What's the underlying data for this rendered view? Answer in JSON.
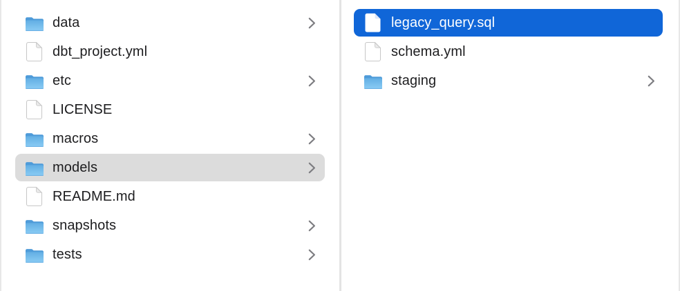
{
  "columns": [
    {
      "name": "left",
      "items": [
        {
          "label": "data",
          "icon": "folder-icon",
          "chevron": true,
          "selected": false,
          "selection_style": null
        },
        {
          "label": "dbt_project.yml",
          "icon": "document-icon",
          "chevron": false,
          "selected": false,
          "selection_style": null
        },
        {
          "label": "etc",
          "icon": "folder-icon",
          "chevron": true,
          "selected": false,
          "selection_style": null
        },
        {
          "label": "LICENSE",
          "icon": "document-icon",
          "chevron": false,
          "selected": false,
          "selection_style": null
        },
        {
          "label": "macros",
          "icon": "folder-icon",
          "chevron": true,
          "selected": false,
          "selection_style": null
        },
        {
          "label": "models",
          "icon": "folder-icon",
          "chevron": true,
          "selected": true,
          "selection_style": "inactive-gray"
        },
        {
          "label": "README.md",
          "icon": "document-icon",
          "chevron": false,
          "selected": false,
          "selection_style": null
        },
        {
          "label": "snapshots",
          "icon": "folder-icon",
          "chevron": true,
          "selected": false,
          "selection_style": null
        },
        {
          "label": "tests",
          "icon": "folder-icon",
          "chevron": true,
          "selected": false,
          "selection_style": null
        }
      ]
    },
    {
      "name": "right",
      "items": [
        {
          "label": "legacy_query.sql",
          "icon": "document-icon",
          "chevron": false,
          "selected": true,
          "selection_style": "active-blue"
        },
        {
          "label": "schema.yml",
          "icon": "document-icon",
          "chevron": false,
          "selected": false,
          "selection_style": null
        },
        {
          "label": "staging",
          "icon": "folder-icon",
          "chevron": true,
          "selected": false,
          "selection_style": null
        }
      ]
    }
  ],
  "colors": {
    "selection_active_blue": "#1066d8",
    "selection_inactive_gray": "#dcdcdc",
    "text": "#1d1d1f",
    "text_selected": "#ffffff",
    "chevron_gray": "#7d7d81",
    "divider_gray": "#e3e3e3",
    "background": "#ffffff",
    "folder_back_blue": "#4e9bd9",
    "folder_front_top": "#62aee4",
    "folder_front_bottom": "#8bccf4",
    "document_border": "#c7c7c7",
    "document_fold": "#ebebeb"
  }
}
